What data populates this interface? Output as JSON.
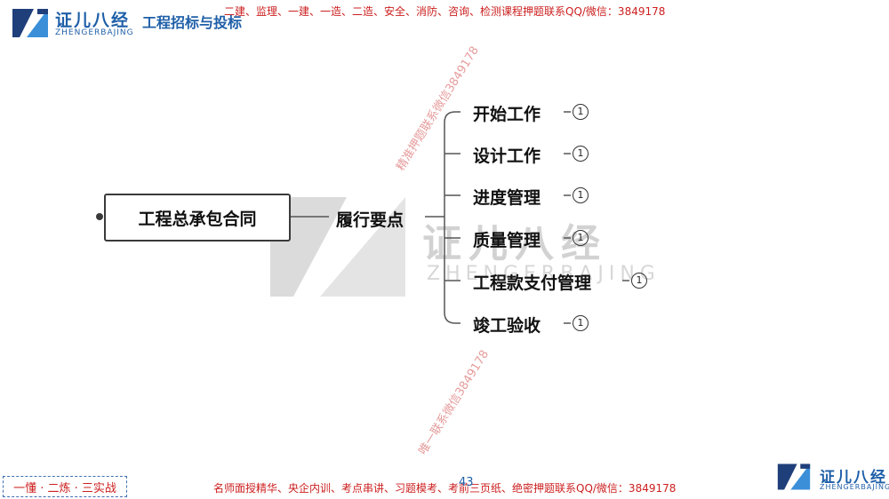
{
  "header": {
    "brand_cn": "证儿八经",
    "brand_en": "ZHENGERBAJING",
    "course_title": "工程招标与投标",
    "promo": "二建、监理、一建、一造、二造、安全、消防、咨询、检测课程押题联系QQ/微信：3849178"
  },
  "watermark": {
    "cn": "证儿八经",
    "en": "ZHENGERBAJING",
    "diag1": "精准押题联系微信3849178",
    "diag2": "唯一联系微信3849178"
  },
  "mindmap": {
    "root": "工程总承包合同",
    "middle": "履行要点",
    "children": [
      {
        "label": "开始工作",
        "badge": "1"
      },
      {
        "label": "设计工作",
        "badge": "1"
      },
      {
        "label": "进度管理",
        "badge": "1"
      },
      {
        "label": "质量管理",
        "badge": "1"
      },
      {
        "label": "工程款支付管理",
        "badge": "1"
      },
      {
        "label": "竣工验收",
        "badge": "1"
      }
    ]
  },
  "footer": {
    "slogan": "一懂 · 二炼 · 三实战",
    "promo": "名师面授精华、央企内训、考点串讲、习题模考、考前三页纸、绝密押题联系QQ/微信：3849178",
    "page": "43",
    "brand_cn": "证儿八经",
    "brand_en": "ZHENGERBAJING"
  },
  "colors": {
    "brand_blue": "#1f5fa8",
    "promo_red": "#cc1f1f",
    "logo_dark": "#1f3f7a",
    "logo_light": "#3b8fd9"
  }
}
